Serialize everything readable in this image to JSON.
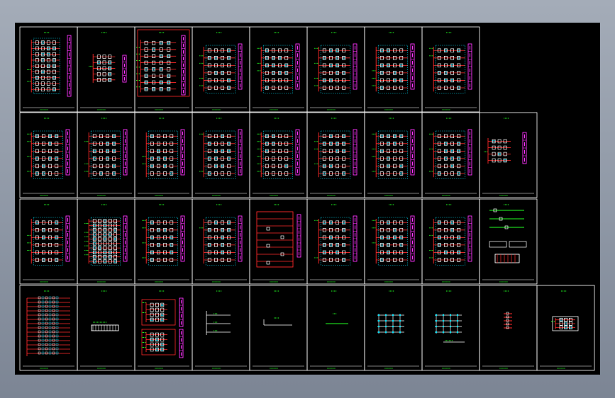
{
  "drawing": {
    "background": "#000000",
    "frame_color": "#ffffff",
    "colors": {
      "wire": "#ff2a2a",
      "component": "#ffffff",
      "label": "#22ff22",
      "terminal": "#00e5ff",
      "title_block": "#ff33ff",
      "caption": "#66ff66"
    },
    "rows": [
      {
        "cells": 8,
        "types": [
          "tall",
          "small",
          "big",
          "mid",
          "mid",
          "mid",
          "mid",
          "mid"
        ]
      },
      {
        "cells": 9,
        "types": [
          "mid",
          "mid",
          "mid",
          "mid",
          "mid",
          "mid",
          "mid",
          "mid",
          "narrow"
        ]
      },
      {
        "cells": 9,
        "types": [
          "mid",
          "dense",
          "mid",
          "mid",
          "tallbox",
          "mid",
          "mid",
          "mid",
          "panel"
        ]
      },
      {
        "cells": 10,
        "types": [
          "grid",
          "strip",
          "dual",
          "tiny",
          "line",
          "dot",
          "matrix",
          "matrix2",
          "vert",
          "small2"
        ]
      }
    ]
  }
}
